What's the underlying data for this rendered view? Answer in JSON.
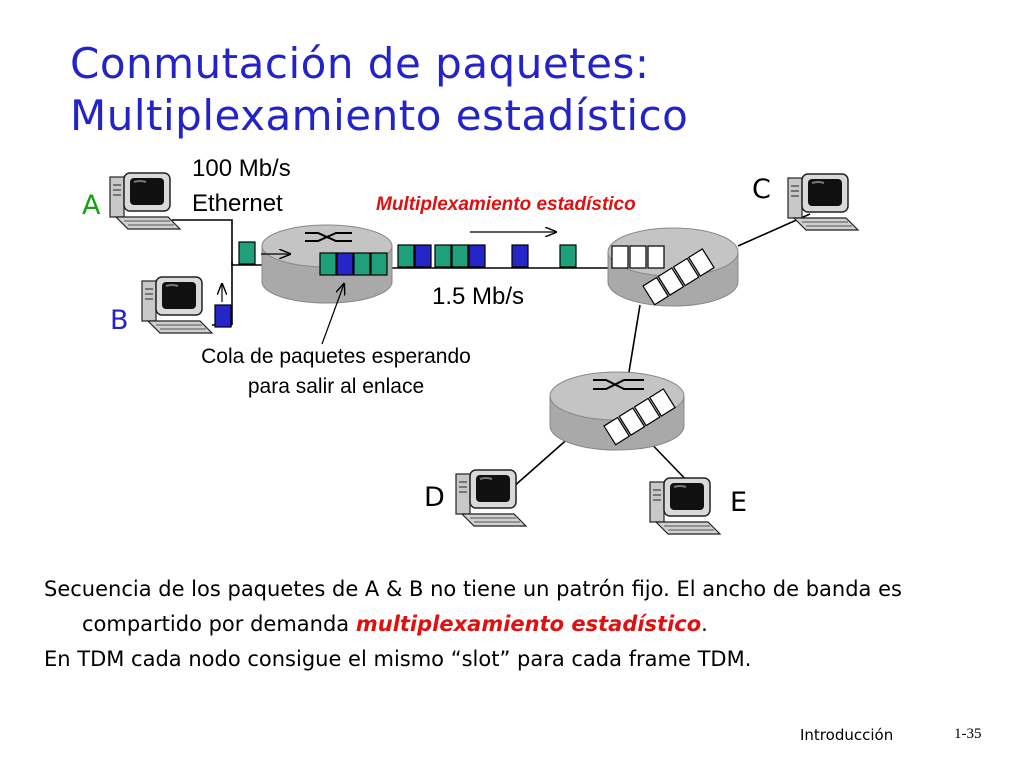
{
  "title": "Conmutación de paquetes: Multiplexamiento estadístico",
  "diagram": {
    "link_in_label_1": "100 Mb/s",
    "link_in_label_2": "Ethernet",
    "link_out_label": "1.5 Mb/s",
    "statistical_mux_label": "Multiplexamiento estadístico",
    "queue_label": "Cola de paquetes esperando para salir al enlace",
    "hosts": {
      "a": "A",
      "b": "B",
      "c": "C",
      "d": "D",
      "e": "E"
    }
  },
  "bullets": {
    "first_text": "Secuencia de los paquetes de A & B no tiene un patrón fijo. El ancho de banda es compartido por demanda ",
    "first_symbol": "",
    "first_emphasis": "multiplexamiento estadístico",
    "first_end": ".",
    "second": "En TDM cada nodo consigue el mismo “slot” para cada frame TDM."
  },
  "footer": {
    "section": "Introducción",
    "page": "1-35"
  },
  "colors": {
    "title": "#2323c8",
    "emphasis": "#e01010",
    "packet_a": "#1fa07a",
    "packet_b": "#2626c8",
    "router": "#a9a9a9"
  }
}
